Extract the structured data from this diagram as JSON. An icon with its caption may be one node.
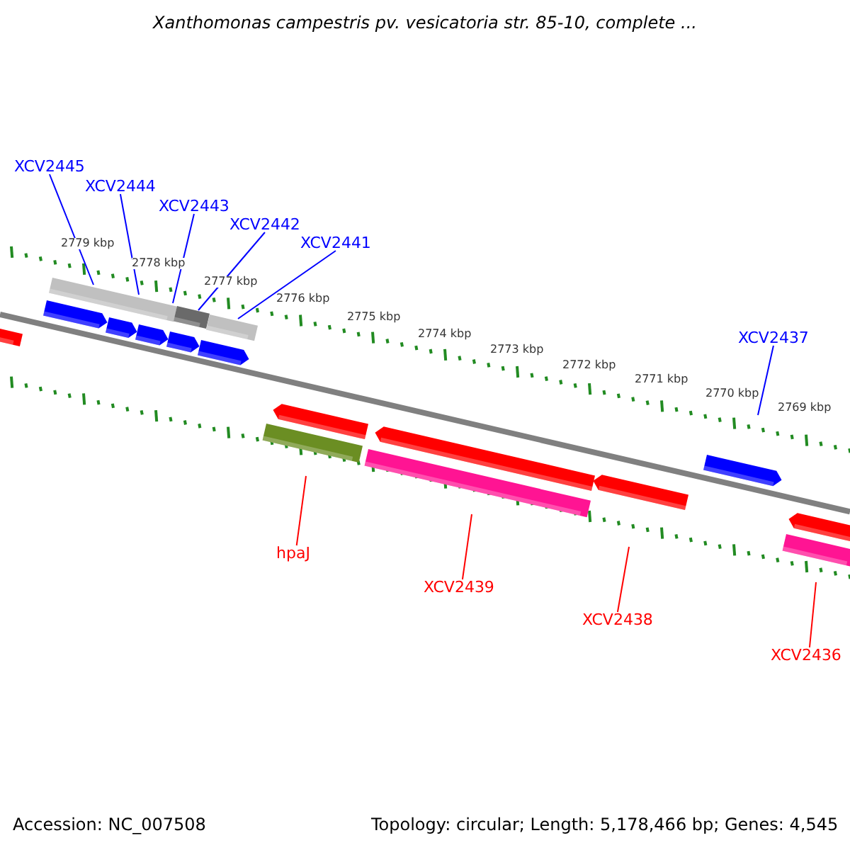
{
  "diagram": {
    "title": "Xanthomonas campestris pv. vesicatoria str. 85-10, complete ...",
    "nodes": [
      {
        "text": [
          "XCV2445"
        ]
      },
      {
        "text": [
          "XCV2444"
        ]
      },
      {
        "text": [
          "XCV2443"
        ]
      },
      {
        "text": [
          "XCV2442"
        ]
      },
      {
        "text": [
          "XCV2441"
        ]
      },
      {
        "text": [
          "XCV2437"
        ]
      },
      {
        "text": [
          "hpaJ"
        ]
      },
      {
        "text": [
          "XCV2439"
        ]
      },
      {
        "text": [
          "XCV2438"
        ]
      },
      {
        "text": [
          "XCV2436"
        ]
      }
    ],
    "edges": [
      {
        "from": 0,
        "to": null,
        "arrow": "none",
        "color": "#0000ff"
      },
      {
        "from": 1,
        "to": null,
        "arrow": "none",
        "color": "#0000ff"
      },
      {
        "from": 2,
        "to": null,
        "arrow": "none",
        "color": "#0000ff"
      },
      {
        "from": 3,
        "to": null,
        "arrow": "none",
        "color": "#0000ff"
      },
      {
        "from": 4,
        "to": null,
        "arrow": "none",
        "color": "#0000ff"
      },
      {
        "from": 5,
        "to": null,
        "arrow": "none",
        "color": "#0000ff"
      },
      {
        "from": 6,
        "to": null,
        "arrow": "none",
        "color": "#ff0000"
      },
      {
        "from": 7,
        "to": null,
        "arrow": "none",
        "color": "#ff0000"
      },
      {
        "from": 8,
        "to": null,
        "arrow": "none",
        "color": "#ff0000"
      },
      {
        "from": 9,
        "to": null,
        "arrow": "none",
        "color": "#ff0000"
      }
    ],
    "labels": [
      "2779 kbp",
      "2778 kbp",
      "2777 kbp",
      "2776 kbp",
      "2775 kbp",
      "2774 kbp",
      "2773 kbp",
      "2772 kbp",
      "2771 kbp",
      "2770 kbp",
      "2769 kbp",
      "Accession: NC_007508",
      "Topology: circular; Length: 5,178,466 bp; Genes: 4,545"
    ]
  }
}
